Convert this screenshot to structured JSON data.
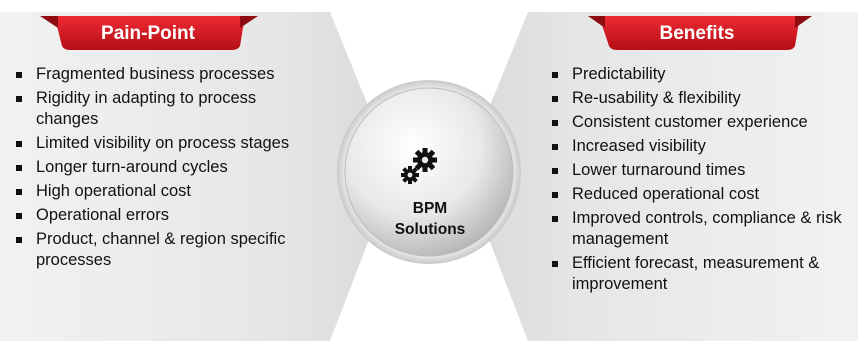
{
  "left_panel": {
    "title": "Pain-Point",
    "items": [
      "Fragmented business processes",
      "Rigidity in adapting to process changes",
      "Limited visibility on process stages",
      "Longer turn-around cycles",
      "High operational cost",
      "Operational errors",
      "Product, channel & region specific processes"
    ]
  },
  "right_panel": {
    "title": "Benefits",
    "items": [
      "Predictability",
      "Re-usability & flexibility",
      "Consistent customer experience",
      "Increased visibility",
      "Lower turnaround times",
      "Reduced operational cost",
      "Improved controls, compliance & risk management",
      "Efficient forecast, measurement & improvement"
    ]
  },
  "center": {
    "line1": "BPM",
    "line2": "Solutions",
    "icon": "gears-icon"
  },
  "colors": {
    "tab_red": "#d8151f",
    "panel_gray": "#e4e4e4",
    "text": "#111111"
  }
}
